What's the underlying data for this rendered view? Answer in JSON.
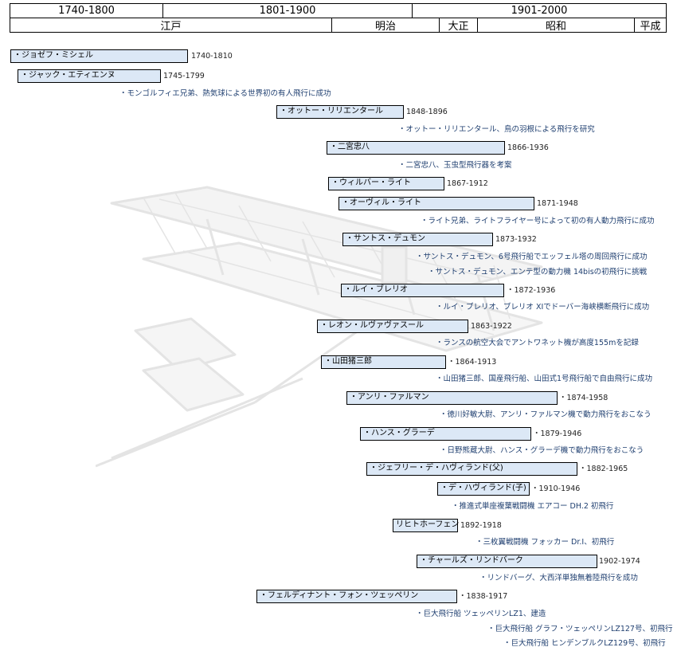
{
  "header": {
    "ranges": [
      "1740-1800",
      "1801-1900",
      "1901-2000"
    ],
    "eras": [
      "江戸",
      "明治",
      "大正",
      "昭和",
      "平成"
    ]
  },
  "rows": [
    {
      "name": "・ジョゼフ・ミシェル",
      "years": "1740-1810"
    },
    {
      "name": "・ジャック・エティエンヌ",
      "years": "1745-1799"
    },
    {
      "name": "・オットー・リリエンタール",
      "years": "1848-1896"
    },
    {
      "name": "・二宮忠八",
      "years": "1866-1936"
    },
    {
      "name": "・ウィルバー・ライト",
      "years": "1867-1912"
    },
    {
      "name": "・オーヴィル・ライト",
      "years": "1871-1948"
    },
    {
      "name": "・サントス・デュモン",
      "years": "1873-1932"
    },
    {
      "name": "・ルイ・ブレリオ",
      "years": "・1872-1936"
    },
    {
      "name": "・レオン・ルヴァヴァスール",
      "years": "1863-1922"
    },
    {
      "name": "・山田猪三郎",
      "years": "・1864-1913"
    },
    {
      "name": "・アンリ・ファルマン",
      "years": "・1874-1958"
    },
    {
      "name": "・ハンス・グラーデ",
      "years": "・1879-1946"
    },
    {
      "name": "・ジェフリー・デ・ハヴィランド(父)",
      "years": "・1882-1965"
    },
    {
      "name": "・デ・ハヴィランド(子)",
      "years": "・1910-1946"
    },
    {
      "name": "リヒトホーフェン",
      "years": "1892-1918"
    },
    {
      "name": "・チャールズ・リンドバーク",
      "years": "1902-1974"
    },
    {
      "name": "・フェルディナント・フォン・ツェッペリン",
      "years": "・1838-1917"
    }
  ],
  "events": [
    "・モンゴルフィエ兄弟、熱気球による世界初の有人飛行に成功",
    "・オットー・リリエンタール、鳥の羽根による飛行を研究",
    "・二宮忠八、玉虫型飛行器を考案",
    "・ライト兄弟、ライトフライヤー号によって初の有人動力飛行に成功",
    "・サントス・デュモン、6号飛行船でエッフェル塔の周回飛行に成功",
    "・サントス・デュモン、エンテ型の動力機 14bisの初飛行に挑戦",
    "・ルイ・ブレリオ、ブレリオ XIでドーバー海峡横断飛行に成功",
    "・ランスの航空大会でアントワネット機が高度155mを記録",
    "・山田猪三郎、国産飛行船、山田式1号飛行船で自由飛行に成功",
    "・徳川好敏大尉、アンリ・ファルマン機で動力飛行をおこなう",
    "・日野熊蔵大尉、ハンス・グラーデ機で動力飛行をおこなう",
    "・推進式単座複葉戦闘機 エアコー DH.2 初飛行",
    "・三枚翼戦闘機 フォッカー Dr.I、初飛行",
    "・リンドバーグ、大西洋単独無着陸飛行を成功",
    "・巨大飛行船 ツェッペリンLZ1、建造",
    "・巨大飛行船 グラフ・ツェッペリンLZ127号、初飛行",
    "・巨大飛行船 ヒンデンブルクLZ129号、初飛行"
  ]
}
